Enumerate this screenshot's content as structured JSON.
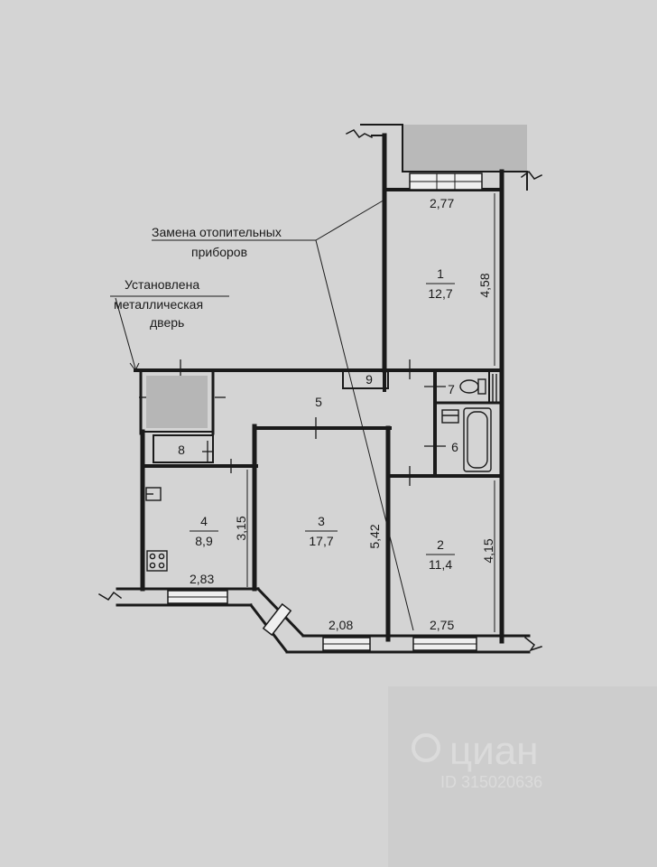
{
  "colors": {
    "paper": "#d4d4d4",
    "ink": "#1a1a1a",
    "window_fill": "#efefef",
    "shadow": "#9a9a9a"
  },
  "notes": {
    "heating": {
      "line1": "Замена отопительных",
      "line2": "приборов"
    },
    "door": {
      "line1": "Установлена",
      "line2": "металлическая",
      "line3": "дверь"
    }
  },
  "rooms": [
    {
      "number": "1",
      "area": "12,7"
    },
    {
      "number": "2",
      "area": "11,4"
    },
    {
      "number": "3",
      "area": "17,7"
    },
    {
      "number": "4",
      "area": "8,9"
    },
    {
      "number": "5"
    },
    {
      "number": "6"
    },
    {
      "number": "7"
    },
    {
      "number": "8"
    },
    {
      "number": "9"
    }
  ],
  "dimensions": {
    "room1_width": "2,77",
    "room1_length": "4,58",
    "room2_length": "4,15",
    "room2_width": "2,75",
    "room3_length": "5,42",
    "room3_width": "2,08",
    "room4_length": "3,15",
    "room4_width": "2,83"
  },
  "watermark": {
    "brand": "циан",
    "id": "ID 315020636"
  }
}
